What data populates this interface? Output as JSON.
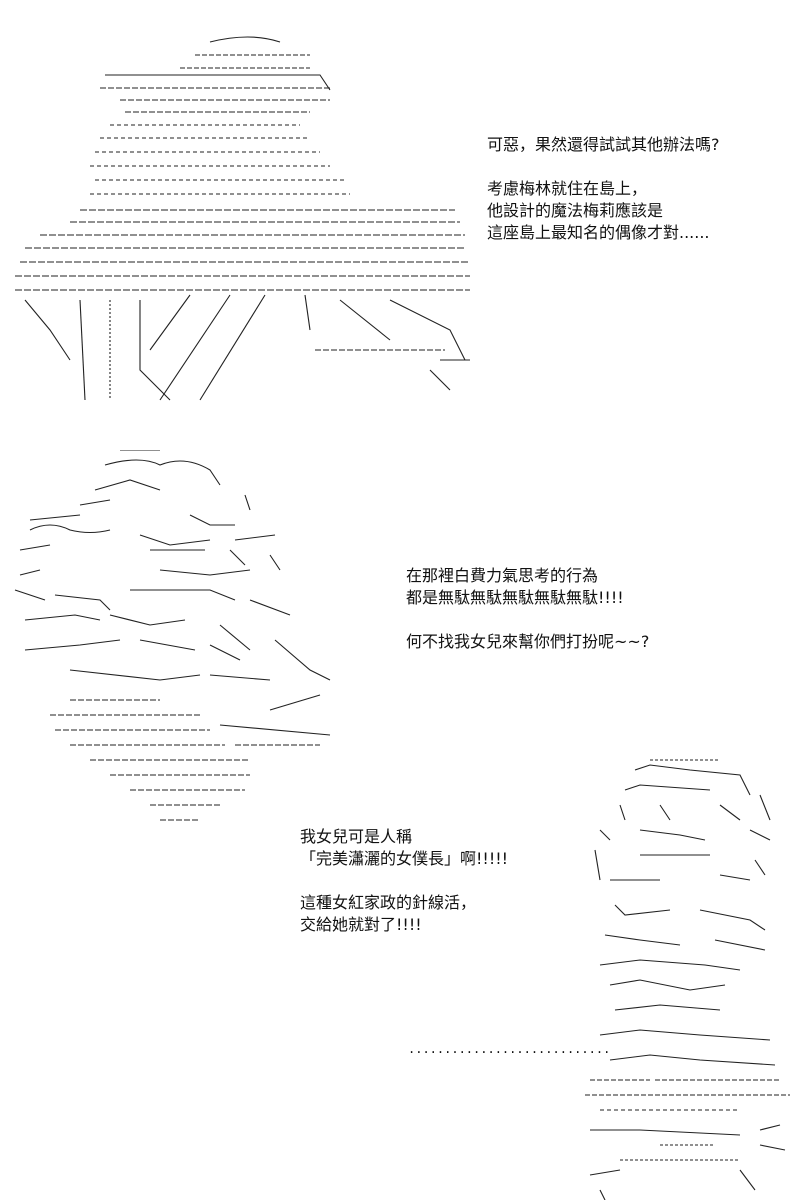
{
  "panel1": {
    "lines": [
      "可惡，果然還得試試其他辦法嗎?",
      "考慮梅林就住在島上，",
      "他設計的魔法梅莉應該是",
      "這座島上最知名的偶像才對......"
    ]
  },
  "panel2": {
    "lines": [
      "在那裡白費力氣思考的行為",
      "都是無駄無駄無駄無駄無駄!!!!",
      "何不找我女兒來幫你們打扮呢~~?"
    ]
  },
  "panel3": {
    "lines": [
      "我女兒可是人稱",
      "「完美瀟灑的女僕長」啊!!!!!",
      "這種女紅家政的針線活，",
      "交給她就對了!!!!"
    ],
    "trailing_dots": "............................"
  }
}
